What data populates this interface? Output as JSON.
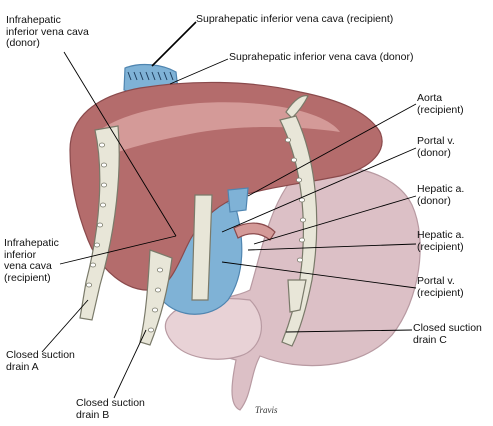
{
  "labels": {
    "suprahepatic_ivc_recipient": "Suprahepatic inferior vena cava (recipient)",
    "infrahepatic_ivc_donor": "Infrahepatic\ninferior vena cava\n(donor)",
    "suprahepatic_ivc_donor": "Suprahepatic inferior vena cava (donor)",
    "aorta_recipient": "Aorta\n(recipient)",
    "portal_v_donor": "Portal v.\n(donor)",
    "hepatic_a_donor": "Hepatic a.\n(donor)",
    "hepatic_a_recipient": "Hepatic a.\n(recipient)",
    "portal_v_recipient": "Portal v.\n(recipient)",
    "infrahepatic_ivc_recipient": "Infrahepatic\ninferior\nvena cava\n(recipient)",
    "drain_a": "Closed suction\ndrain A",
    "drain_b": "Closed suction\ndrain B",
    "drain_c": "Closed suction\ndrain C"
  },
  "signature": "Travis",
  "colors": {
    "liver": "#b46c6c",
    "liver_light": "#d49a98",
    "liver_dark": "#8a4a4c",
    "stomach": "#dcc0c6",
    "stomach_dark": "#b89aa2",
    "ivc": "#7fb2d6",
    "ivc_dark": "#4f85b0",
    "drain": "#e8e6d8",
    "drain_edge": "#7a7a6a",
    "bile": "#9bc27a",
    "leader": "#000000"
  }
}
